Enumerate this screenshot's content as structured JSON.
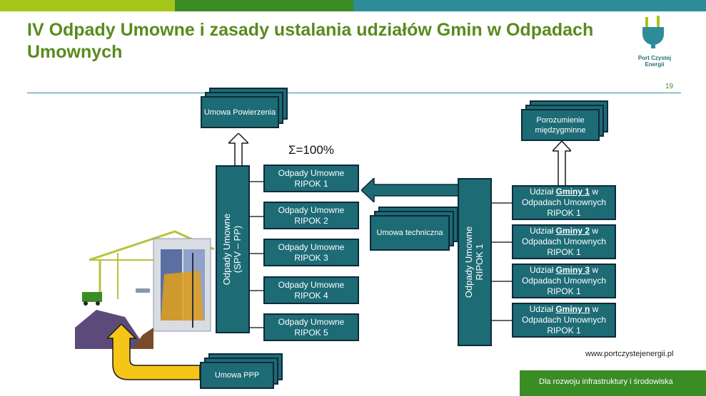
{
  "title": "IV Odpady Umowne i zasady ustalania udziałów Gmin w Odpadach Umownych",
  "page_number": "19",
  "logo": {
    "caption": "Port Czystej Energii"
  },
  "documents": {
    "umowa_powierzenia": "Umowa Powierzenia",
    "porozumienie": "Porozumienie międzygminne",
    "umowa_techniczna": "Umowa techniczna",
    "umowa_ppp": "Umowa PPP"
  },
  "sigma": "Σ=100%",
  "spv_bar": {
    "line1": "Odpady Umowne",
    "line2": "(SPV – PP)"
  },
  "ripok1_bar": {
    "line1": "Odpady Umowne",
    "line2": "RIPOK 1"
  },
  "ripok_boxes": [
    "Odpady Umowne RIPOK 1",
    "Odpady Umowne RIPOK 2",
    "Odpady Umowne RIPOK 3",
    "Odpady Umowne RIPOK 4",
    "Odpady Umowne RIPOK 5"
  ],
  "shares": [
    {
      "prefix": "Udział ",
      "gmina": "Gminy 1",
      "suffix": " w Odpadach Umownych RIPOK 1"
    },
    {
      "prefix": "Udział ",
      "gmina": "Gminy 2",
      "suffix": " w Odpadach Umownych RIPOK 1"
    },
    {
      "prefix": "Udział ",
      "gmina": "Gminy 3",
      "suffix": " w Odpadach Umownych RIPOK 1"
    },
    {
      "prefix": "Udział ",
      "gmina": "Gminy n",
      "suffix": " w Odpadach Umownych RIPOK 1"
    }
  ],
  "website": "www.portczystejenergii.pl",
  "footer": "Dla rozwoju infrastruktury i środowiska",
  "colors": {
    "green": "#5a8a1e",
    "teal_box": "#1d6b75",
    "arrow_yellow": "#f5c518",
    "footer_green": "#3a8c25"
  }
}
